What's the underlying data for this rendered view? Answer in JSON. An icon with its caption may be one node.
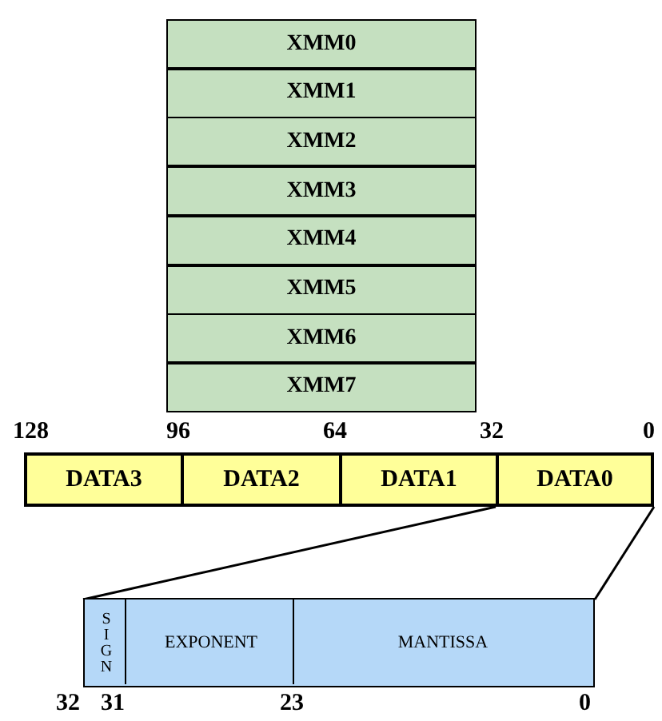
{
  "diagram": {
    "nodes": [
      {
        "text": [
          "XMM0"
        ]
      },
      {
        "text": [
          "XMM1"
        ]
      },
      {
        "text": [
          "XMM2"
        ]
      },
      {
        "text": [
          "XMM3"
        ]
      },
      {
        "text": [
          "XMM4"
        ]
      },
      {
        "text": [
          "XMM5"
        ]
      },
      {
        "text": [
          "XMM6"
        ]
      },
      {
        "text": [
          "XMM7"
        ]
      },
      {
        "text": [
          "DATA3"
        ]
      },
      {
        "text": [
          "DATA2"
        ]
      },
      {
        "text": [
          "DATA1"
        ]
      },
      {
        "text": [
          "DATA0"
        ]
      },
      {
        "text": [],
        "shape": "bar"
      },
      {
        "text": [
          "SIGN"
        ],
        "in": 12
      },
      {
        "text": [
          "EXPONENT"
        ],
        "in": 12
      },
      {
        "text": [
          "MANTISSA"
        ],
        "in": 12
      }
    ],
    "edges": [
      {
        "from": 11,
        "to": 12,
        "arrow": "none"
      },
      {
        "from": 11,
        "to": 12,
        "arrow": "none"
      }
    ],
    "labels": [
      "128",
      "96",
      "64",
      "32",
      "0",
      "32",
      "31",
      "23",
      "0"
    ]
  }
}
